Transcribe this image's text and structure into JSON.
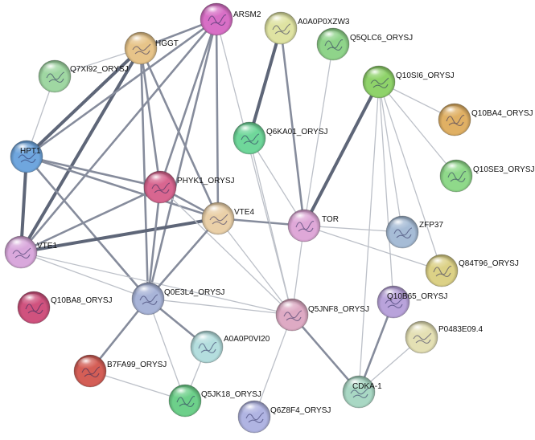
{
  "nodes": [
    {
      "id": "ARSM2",
      "label": "ARSM2",
      "color": "#d86fc6"
    },
    {
      "id": "A0A0P0XZW3",
      "label": "A0A0P0XZW3",
      "color": "#dfe3a2"
    },
    {
      "id": "HGGT",
      "label": "HGGT",
      "color": "#e7c489"
    },
    {
      "id": "Q5QLC6_ORYSJ",
      "label": "Q5QLC6_ORYSJ",
      "color": "#8fd48a"
    },
    {
      "id": "Q7XI92_ORYSJ",
      "label": "Q7XI92_ORYSJ",
      "color": "#9fd7a2"
    },
    {
      "id": "Q10SI6_ORYSJ",
      "label": "Q10SI6_ORYSJ",
      "color": "#8fd36a"
    },
    {
      "id": "Q10BA4_ORYSJ",
      "label": "Q10BA4_ORYSJ",
      "color": "#e0b064"
    },
    {
      "id": "Q6KA01_ORYSJ",
      "label": "Q6KA01_ORYSJ",
      "color": "#6fd79a"
    },
    {
      "id": "HPT1",
      "label": "HPT1",
      "color": "#6fa6de"
    },
    {
      "id": "Q10SE3_ORYSJ",
      "label": "Q10SE3_ORYSJ",
      "color": "#8fd98a"
    },
    {
      "id": "PHYK1_ORYSJ",
      "label": "PHYK1_ORYSJ",
      "color": "#d86690"
    },
    {
      "id": "VTE4",
      "label": "VTE4",
      "color": "#ead0a8"
    },
    {
      "id": "TOR",
      "label": "TOR",
      "color": "#dfa8d8"
    },
    {
      "id": "ZFP37",
      "label": "ZFP37",
      "color": "#a6bcd6"
    },
    {
      "id": "VTE1",
      "label": "VTE1",
      "color": "#d9a8dc"
    },
    {
      "id": "Q84T96_ORYSJ",
      "label": "Q84T96_ORYSJ",
      "color": "#dcd186"
    },
    {
      "id": "Q0E3L4_ORYSJ",
      "label": "Q0E3L4_ORYSJ",
      "color": "#a8b4d8"
    },
    {
      "id": "Q10B65_ORYSJ",
      "label": "Q10B65_ORYSJ",
      "color": "#b9a3db"
    },
    {
      "id": "Q10BA8_ORYSJ",
      "label": "Q10BA8_ORYSJ",
      "color": "#d0527e"
    },
    {
      "id": "Q5JNF8_ORYSJ",
      "label": "Q5JNF8_ORYSJ",
      "color": "#deaac4"
    },
    {
      "id": "P0483E09.4",
      "label": "P0483E09.4",
      "color": "#e4e0b4"
    },
    {
      "id": "A0A0P0VI20",
      "label": "A0A0P0VI20",
      "color": "#b4dede"
    },
    {
      "id": "B7FA99_ORYSJ",
      "label": "B7FA99_ORYSJ",
      "color": "#d45e56"
    },
    {
      "id": "CDKA-1",
      "label": "CDKA-1",
      "color": "#a9d8c4"
    },
    {
      "id": "Q5JK18_ORYSJ",
      "label": "Q5JK18_ORYSJ",
      "color": "#6dd08a"
    },
    {
      "id": "Q6Z8F4_ORYSJ",
      "label": "Q6Z8F4_ORYSJ",
      "color": "#b0b4e2"
    }
  ],
  "edges": [
    {
      "source": "HGGT",
      "target": "HPT1",
      "strength": "strong"
    },
    {
      "source": "HGGT",
      "target": "VTE1",
      "strength": "strong"
    },
    {
      "source": "HGGT",
      "target": "VTE4",
      "strength": "medium"
    },
    {
      "source": "HGGT",
      "target": "PHYK1_ORYSJ",
      "strength": "medium"
    },
    {
      "source": "HGGT",
      "target": "Q0E3L4_ORYSJ",
      "strength": "medium"
    },
    {
      "source": "HGGT",
      "target": "Q7XI92_ORYSJ",
      "strength": "weak"
    },
    {
      "source": "ARSM2",
      "target": "HPT1",
      "strength": "medium"
    },
    {
      "source": "ARSM2",
      "target": "VTE1",
      "strength": "medium"
    },
    {
      "source": "ARSM2",
      "target": "VTE4",
      "strength": "medium"
    },
    {
      "source": "ARSM2",
      "target": "PHYK1_ORYSJ",
      "strength": "medium"
    },
    {
      "source": "ARSM2",
      "target": "Q0E3L4_ORYSJ",
      "strength": "medium"
    },
    {
      "source": "ARSM2",
      "target": "Q5JNF8_ORYSJ",
      "strength": "weak"
    },
    {
      "source": "ARSM2",
      "target": "HGGT",
      "strength": "medium"
    },
    {
      "source": "Q7XI92_ORYSJ",
      "target": "HPT1",
      "strength": "weak"
    },
    {
      "source": "HPT1",
      "target": "VTE1",
      "strength": "strong"
    },
    {
      "source": "HPT1",
      "target": "VTE4",
      "strength": "medium"
    },
    {
      "source": "HPT1",
      "target": "PHYK1_ORYSJ",
      "strength": "medium"
    },
    {
      "source": "HPT1",
      "target": "Q0E3L4_ORYSJ",
      "strength": "medium"
    },
    {
      "source": "VTE1",
      "target": "VTE4",
      "strength": "strong"
    },
    {
      "source": "VTE1",
      "target": "PHYK1_ORYSJ",
      "strength": "medium"
    },
    {
      "source": "VTE1",
      "target": "Q0E3L4_ORYSJ",
      "strength": "weak"
    },
    {
      "source": "VTE1",
      "target": "Q5JNF8_ORYSJ",
      "strength": "weak"
    },
    {
      "source": "PHYK1_ORYSJ",
      "target": "VTE4",
      "strength": "medium"
    },
    {
      "source": "PHYK1_ORYSJ",
      "target": "Q0E3L4_ORYSJ",
      "strength": "medium"
    },
    {
      "source": "PHYK1_ORYSJ",
      "target": "Q5JNF8_ORYSJ",
      "strength": "weak"
    },
    {
      "source": "VTE4",
      "target": "Q0E3L4_ORYSJ",
      "strength": "medium"
    },
    {
      "source": "VTE4",
      "target": "TOR",
      "strength": "medium"
    },
    {
      "source": "VTE4",
      "target": "Q5JNF8_ORYSJ",
      "strength": "weak"
    },
    {
      "source": "Q0E3L4_ORYSJ",
      "target": "B7FA99_ORYSJ",
      "strength": "medium"
    },
    {
      "source": "Q0E3L4_ORYSJ",
      "target": "A0A0P0VI20",
      "strength": "medium"
    },
    {
      "source": "Q0E3L4_ORYSJ",
      "target": "Q5JK18_ORYSJ",
      "strength": "weak"
    },
    {
      "source": "Q0E3L4_ORYSJ",
      "target": "Q5JNF8_ORYSJ",
      "strength": "weak"
    },
    {
      "source": "A0A0P0VI20",
      "target": "Q5JK18_ORYSJ",
      "strength": "weak"
    },
    {
      "source": "B7FA99_ORYSJ",
      "target": "Q5JK18_ORYSJ",
      "strength": "weak"
    },
    {
      "source": "A0A0P0XZW3",
      "target": "Q6KA01_ORYSJ",
      "strength": "strong"
    },
    {
      "source": "A0A0P0XZW3",
      "target": "TOR",
      "strength": "medium"
    },
    {
      "source": "Q5QLC6_ORYSJ",
      "target": "TOR",
      "strength": "weak"
    },
    {
      "source": "Q6KA01_ORYSJ",
      "target": "TOR",
      "strength": "weak"
    },
    {
      "source": "Q6KA01_ORYSJ",
      "target": "Q5JNF8_ORYSJ",
      "strength": "weak"
    },
    {
      "source": "Q10SI6_ORYSJ",
      "target": "TOR",
      "strength": "strong"
    },
    {
      "source": "Q10SI6_ORYSJ",
      "target": "Q10BA4_ORYSJ",
      "strength": "weak"
    },
    {
      "source": "Q10SI6_ORYSJ",
      "target": "Q10SE3_ORYSJ",
      "strength": "weak"
    },
    {
      "source": "Q10SI6_ORYSJ",
      "target": "ZFP37",
      "strength": "weak"
    },
    {
      "source": "Q10SI6_ORYSJ",
      "target": "Q84T96_ORYSJ",
      "strength": "weak"
    },
    {
      "source": "Q10SI6_ORYSJ",
      "target": "Q10B65_ORYSJ",
      "strength": "weak"
    },
    {
      "source": "Q10SI6_ORYSJ",
      "target": "CDKA-1",
      "strength": "weak"
    },
    {
      "source": "TOR",
      "target": "ZFP37",
      "strength": "weak"
    },
    {
      "source": "TOR",
      "target": "Q84T96_ORYSJ",
      "strength": "weak"
    },
    {
      "source": "TOR",
      "target": "Q5JNF8_ORYSJ",
      "strength": "weak"
    },
    {
      "source": "Q5JNF8_ORYSJ",
      "target": "CDKA-1",
      "strength": "medium"
    },
    {
      "source": "Q5JNF8_ORYSJ",
      "target": "Q6Z8F4_ORYSJ",
      "strength": "weak"
    },
    {
      "source": "Q10B65_ORYSJ",
      "target": "CDKA-1",
      "strength": "medium"
    },
    {
      "source": "P0483E09.4",
      "target": "CDKA-1",
      "strength": "weak"
    }
  ],
  "edge_colors": {
    "strong": "#5e6678",
    "medium": "#868c9c",
    "weak": "#bcc0c8"
  }
}
